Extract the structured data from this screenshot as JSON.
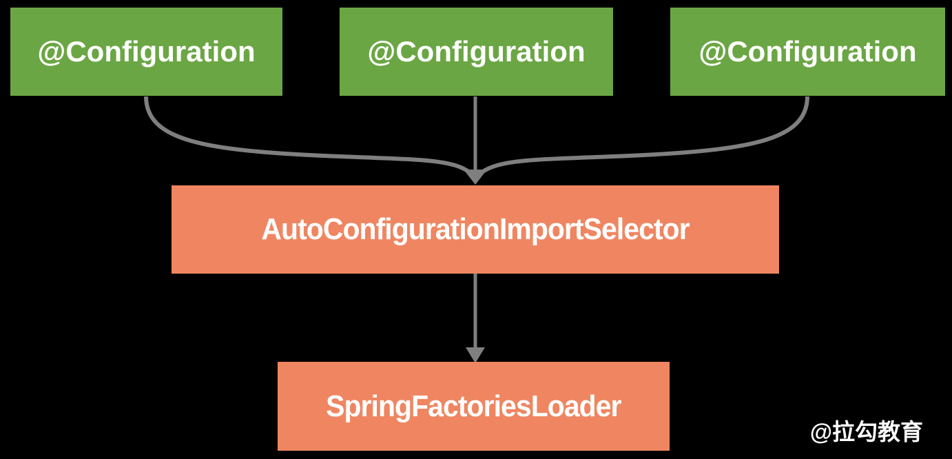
{
  "colors": {
    "background": "#000000",
    "box_green": "#6BA644",
    "box_orange": "#EF8661",
    "arrow_gray": "#7F7F7F",
    "text_white": "#FFFFFF"
  },
  "diagram": {
    "top_boxes": [
      {
        "label": "@Configuration"
      },
      {
        "label": "@Configuration"
      },
      {
        "label": "@Configuration"
      }
    ],
    "selector_box": {
      "label": "AutoConfigurationImportSelector"
    },
    "loader_box": {
      "label": "SpringFactoriesLoader"
    },
    "watermark": {
      "label": "@拉勾教育"
    }
  }
}
